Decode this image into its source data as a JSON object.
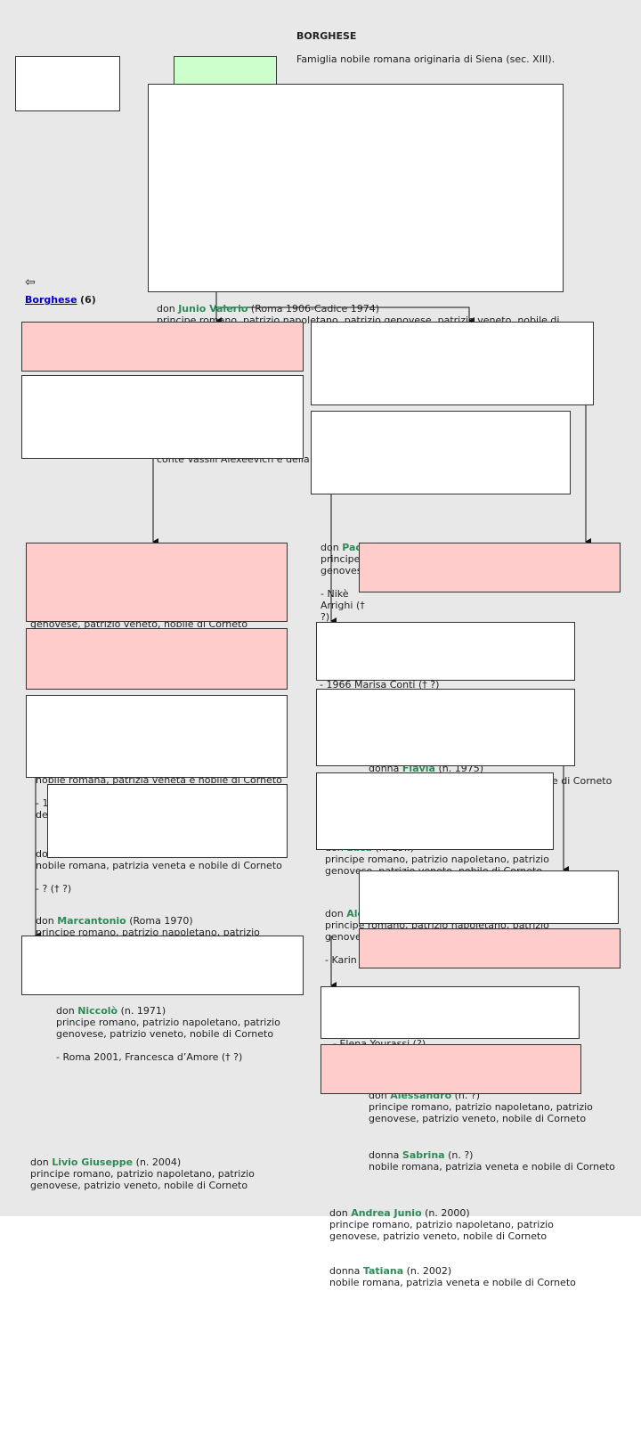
{
  "header": {
    "family": "BORGHESE",
    "subtitle": "Famiglia nobile romana originaria di Siena (sec. XIII)."
  },
  "nav": {
    "back_icon": "⇦",
    "link": "Borghese",
    "count": "(6)"
  },
  "entries": {
    "junio": {
      "pre": "don ",
      "name": "Junio Valerio",
      "post": " (Roma 1906-Cadice 1974)",
      "line2": "principe romano, patrizio napoletano, patrizio genovese, patrizio veneto, nobile di"
    },
    "junio_tail": {
      "text": "conte Vassili Alexeevich e della c"
    },
    "paolo": {
      "pre": "don ",
      "name": "Pao",
      "line2": "principe",
      "line3": "genovese",
      "spouse": "- Nikè Arrighi († ?)"
    },
    "left1_tail": {
      "text": "genovese, patrizio veneto, nobile di Corneto"
    },
    "left2_tail": {
      "text": "nobile romana, patrizia veneta e nobile di Corneto",
      "dash": "- 1",
      "de": "de"
    },
    "left3": {
      "pre": "do",
      "line2": "nobile romana, patrizia veneta e nobile di Corneto",
      "spouse": "- ? († ?)"
    },
    "marcantonio": {
      "pre": "don ",
      "name": "Marcantonio",
      "post": " (Roma 1970)",
      "line2": "principe romano, patrizio napoletano, patrizio"
    },
    "niccolo": {
      "pre": "don ",
      "name": "Niccolò",
      "post": " (n. 1971)",
      "line2": "principe romano, patrizio napoletano, patrizio",
      "line3": "genovese, patrizio veneto, nobile di Corneto",
      "spouse": "- Roma 2001, Francesca d’Amore († ?)"
    },
    "livio": {
      "pre": "don ",
      "name": "Livio Giuseppe",
      "post": " (n. 2004)",
      "line2": "principe romano, patrizio napoletano, patrizio",
      "line3": "genovese, patrizio veneto, nobile di Corneto"
    },
    "marisa": {
      "text": "- 1966 Marisa Conti († ?)"
    },
    "flavia": {
      "pre": "donna ",
      "name": "Flavia",
      "post": " (n. 1975)",
      "tail": "e di Corneto"
    },
    "luca": {
      "pre": "don ",
      "name": "Luca",
      "post": " (n. 19..)",
      "line2": "principe romano, patrizio napoletano, patrizio",
      "line3": "genovese, patrizio veneto, nobile di Corneto"
    },
    "alessandro1": {
      "pre": "don ",
      "name": "Ale",
      "line2": "principe romano, patrizio napoletano, patrizio",
      "line3": "genove",
      "spouse": "- Karin"
    },
    "elena": {
      "text": "- Elena Yourassi (?)"
    },
    "alessandro2": {
      "pre": "don ",
      "name": "Alessandro",
      "post": " (n. ?)",
      "line2": "principe romano, patrizio napoletano, patrizio",
      "line3": "genovese, patrizio veneto, nobile di Corneto"
    },
    "sabrina": {
      "pre": "donna ",
      "name": "Sabrina",
      "post": " (n. ?)",
      "line2": "nobile romana, patrizia veneta e nobile di Corneto"
    },
    "andrea": {
      "pre": "don ",
      "name": "Andrea Junio",
      "post": " (n. 2000)",
      "line2": "principe romano, patrizio napoletano, patrizio",
      "line3": "genovese, patrizio veneto, nobile di Corneto"
    },
    "tatiana": {
      "pre": "donna ",
      "name": "Tatiana",
      "post": " (n. 2002)",
      "line2": "nobile romana, patrizia veneta e nobile di Corneto"
    }
  },
  "colors": {
    "name": "#2e8b57",
    "link": "#0000cc",
    "pink": "#ffcccc",
    "green": "#ccffcc",
    "background": "#e8e8e8"
  }
}
